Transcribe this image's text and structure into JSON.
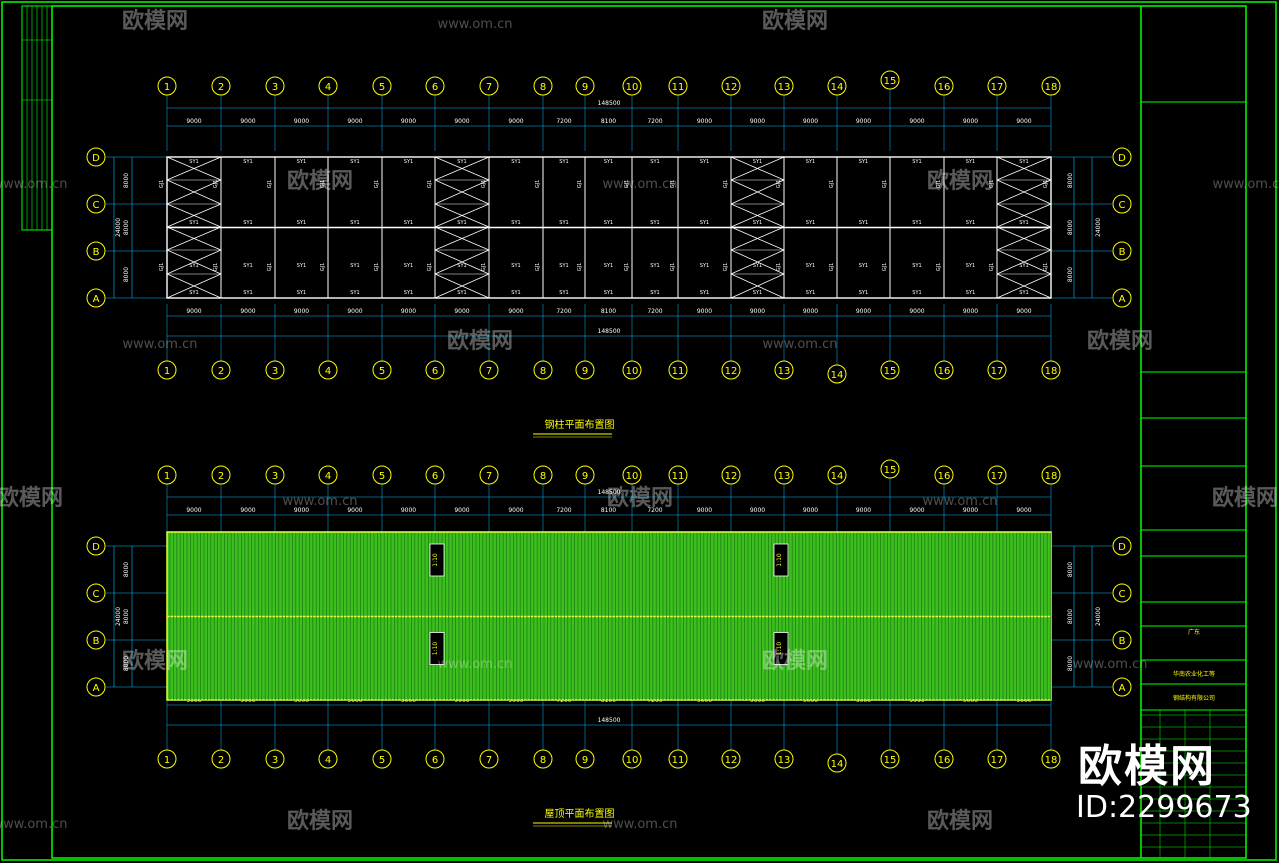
{
  "axes_top": [
    "1",
    "2",
    "3",
    "4",
    "5",
    "6",
    "7",
    "8",
    "9",
    "10",
    "11",
    "12",
    "13",
    "14",
    "15",
    "16",
    "17",
    "18"
  ],
  "axes_side": [
    "D",
    "C",
    "B",
    "A"
  ],
  "spans": [
    "9000",
    "9000",
    "9000",
    "9000",
    "9000",
    "9000",
    "9000",
    "7200",
    "8100",
    "7200",
    "9000",
    "9000",
    "9000",
    "9000",
    "9000",
    "9000",
    "9000"
  ],
  "total_length": "148500",
  "bay_widths": [
    "8000",
    "8000",
    "8000"
  ],
  "total_width": "24000",
  "plan1_title": "钢柱平面布置图",
  "plan2_title": "屋顶平面布置图",
  "roof_labels": [
    "1:10",
    "1:10",
    "1:10",
    "1:10"
  ],
  "member_codes": {
    "strut": "SY1",
    "column": "GJ1",
    "brace": "SC1"
  },
  "title_block": {
    "company": "广东",
    "project": "华南农业化工等",
    "sub": "钢结构有限公司"
  },
  "watermark": {
    "logo": "欧模网",
    "url": "www.om.cn",
    "id": "ID:2299673"
  },
  "colors": {
    "frame": "#00ff00",
    "axis": "#ffff00",
    "dim": "#00bfff",
    "struct": "#ffffff",
    "roof": "#3cbf1e"
  }
}
